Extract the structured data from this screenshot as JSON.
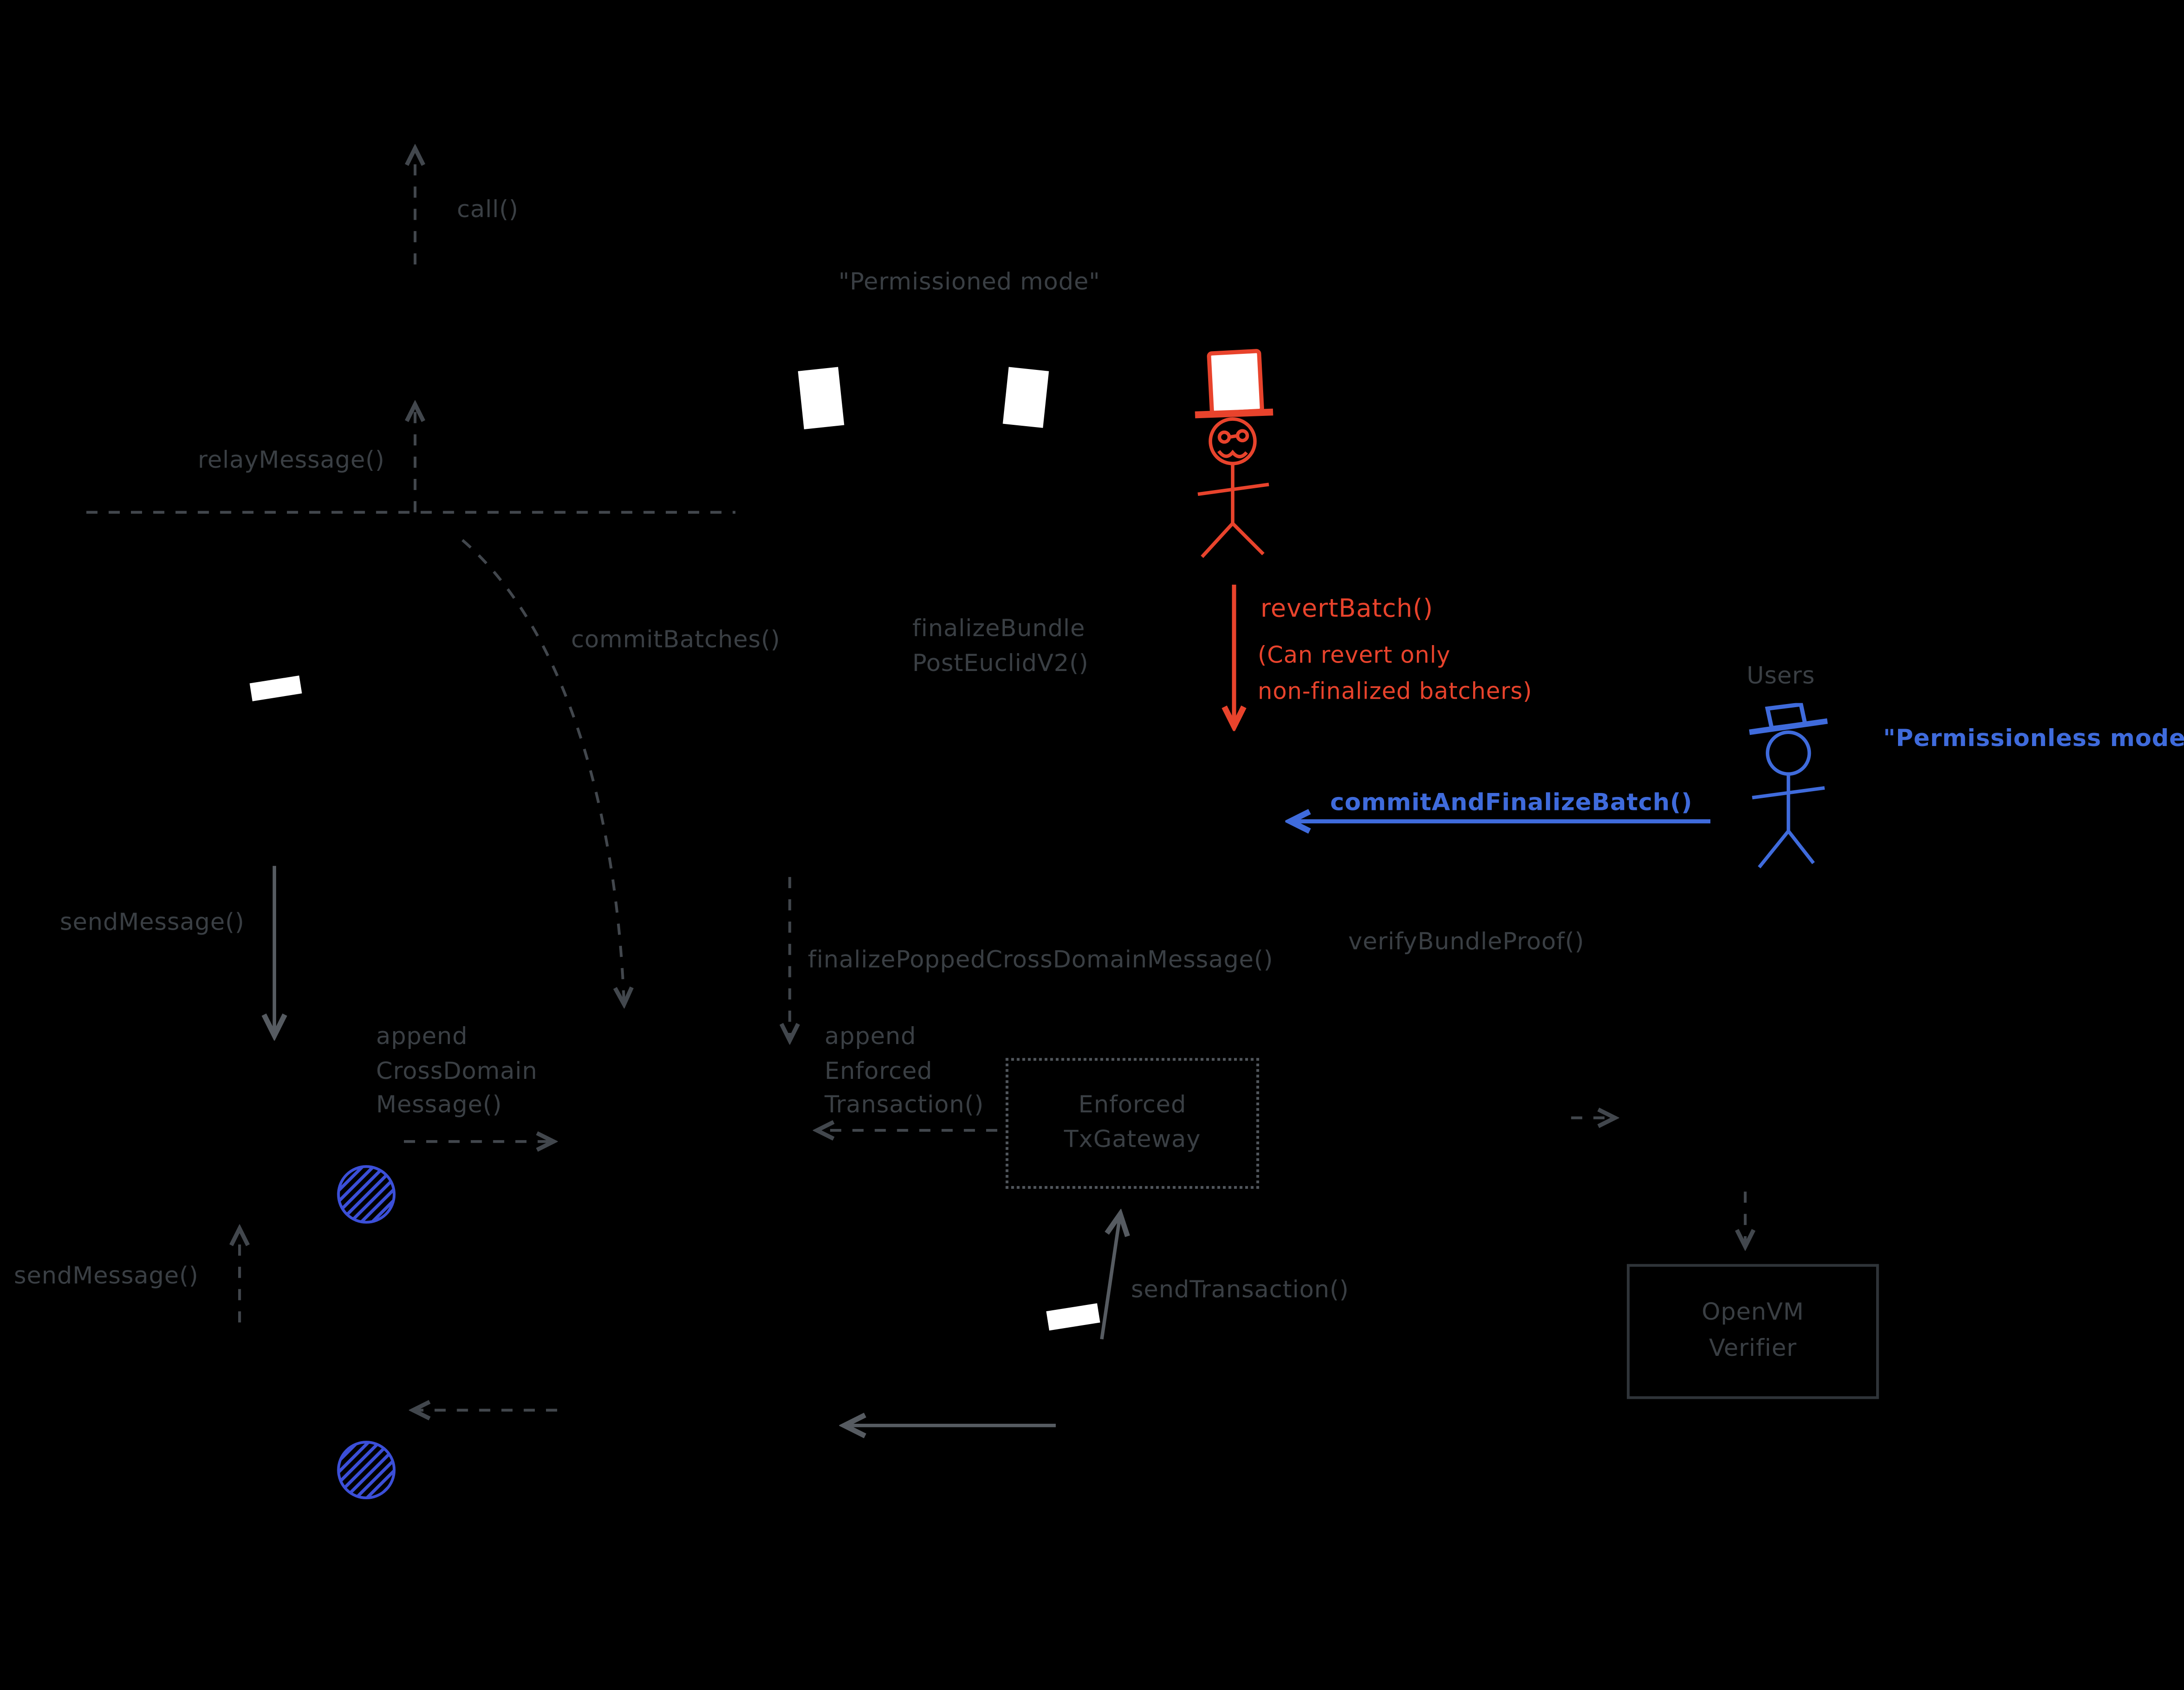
{
  "colors": {
    "background": "#000000",
    "muted_text": "#3a3f44",
    "muted_line": "#42474d",
    "strong_line": "#565b61",
    "red": "#e8432c",
    "blue": "#3f6bdc",
    "white": "#ffffff",
    "box_border": "#2f3439",
    "dotted_border": "#51565c",
    "token_blue": "#3b4fd8"
  },
  "labels": {
    "call": "call()",
    "permissioned_mode": "\"Permissioned mode\"",
    "relay_message": "relayMessage()",
    "commit_batches": "commitBatches()",
    "finalize_bundle_line1": "finalizeBundle",
    "finalize_bundle_line2": "PostEuclidV2()",
    "revert_batch": "revertBatch()",
    "revert_batch_note_line1": "(Can revert only",
    "revert_batch_note_line2": "non-finalized batchers)",
    "users": "Users",
    "permissionless_mode": "\"Permissionless mode\"",
    "commit_and_finalize_batch": "commitAndFinalizeBatch()",
    "send_message_top": "sendMessage()",
    "finalize_popped_cross_domain_message": "finalizePoppedCrossDomainMessage()",
    "verify_bundle_proof": "verifyBundleProof()",
    "append_cross_domain_line1": "append",
    "append_cross_domain_line2": "CrossDomain",
    "append_cross_domain_line3": "Message()",
    "append_enforced_line1": "append",
    "append_enforced_line2": "Enforced",
    "append_enforced_line3": "Transaction()",
    "send_transaction": "sendTransaction()",
    "send_message_bottom": "sendMessage()"
  },
  "boxes": {
    "enforced_tx_gateway": {
      "line1": "Enforced",
      "line2": "TxGateway"
    },
    "openvm_verifier": {
      "line1": "OpenVM",
      "line2": "Verifier"
    }
  }
}
